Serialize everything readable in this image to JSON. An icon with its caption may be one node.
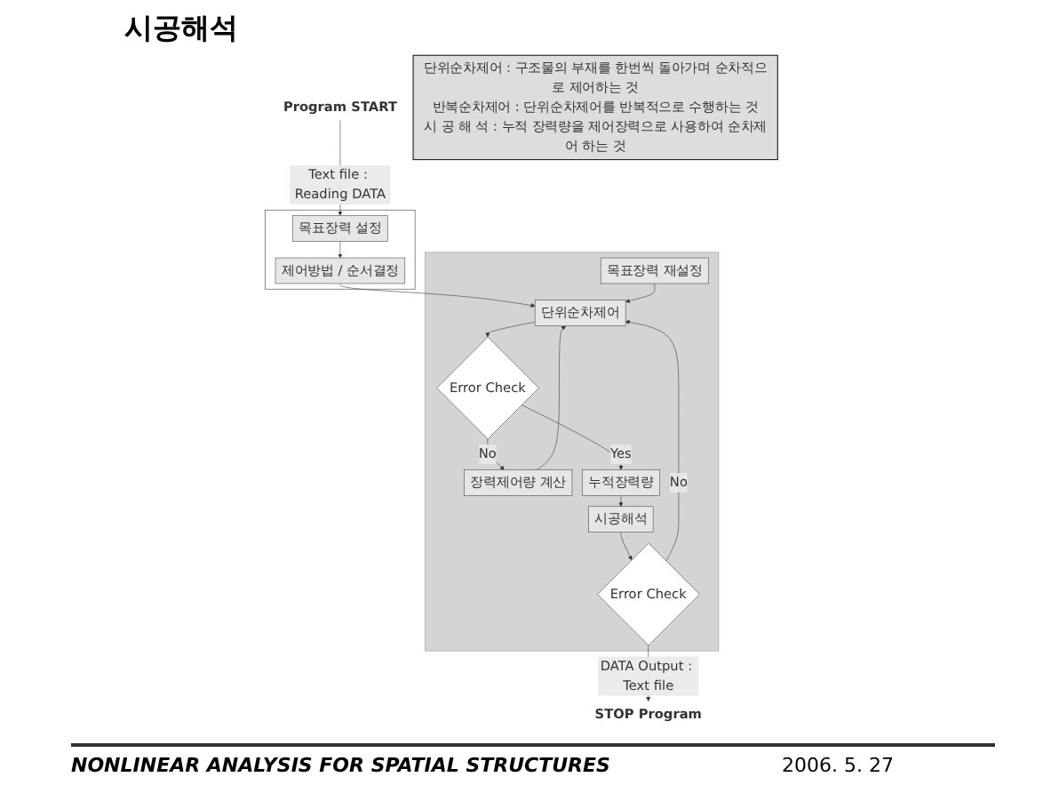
{
  "diagram": {
    "title": "시공해석",
    "nodes": [
      {
        "text": [
          "Program START"
        ]
      },
      {
        "text": [],
        "shape": "box"
      },
      {
        "text": [
          "목표장력 설정"
        ],
        "in": 1
      },
      {
        "text": [
          "제어방법 / 순서결정"
        ],
        "in": 1
      },
      {
        "text": [],
        "shape": "box"
      },
      {
        "text": [
          "단위순차제어"
        ],
        "in": 4
      },
      {
        "text": [
          "장력제어량 계산"
        ],
        "in": 4
      },
      {
        "text": [
          "목표장력 재설정"
        ],
        "in": 4
      },
      {
        "text": [
          "Error Check"
        ],
        "in": 4
      },
      {
        "text": [
          "누적장력량"
        ],
        "in": 4
      },
      {
        "text": [
          "시공해석"
        ],
        "in": 4
      },
      {
        "text": [
          "Error Check"
        ],
        "in": 4
      },
      {
        "text": [
          "STOP Program"
        ]
      },
      {
        "text": [
          "단위순차제어 : 구조물의 부재를 한번씩 돌아가며 순차적으로 제어하는 것",
          "반복순차제어 : 단위순차제어를 반복적으로 수행하는 것",
          "시 공 해 석 : 누적 장력량을 제어장력으로 사용하여 순차제어 하는 것"
        ]
      }
    ],
    "edges": [
      {
        "from": 0,
        "to": 2,
        "arrow": "to",
        "label": "Text file : Reading DATA"
      },
      {
        "from": 2,
        "to": 3,
        "arrow": "to"
      },
      {
        "from": 3,
        "to": 5,
        "arrow": "to"
      },
      {
        "from": 5,
        "to": 8,
        "arrow": "to"
      },
      {
        "from": 8,
        "to": 6,
        "arrow": "to",
        "label": "No"
      },
      {
        "from": 6,
        "to": 5,
        "arrow": "to"
      },
      {
        "from": 7,
        "to": 5,
        "arrow": "to"
      },
      {
        "from": 8,
        "to": 9,
        "arrow": "to",
        "label": "Yes"
      },
      {
        "from": 9,
        "to": 10,
        "arrow": "to"
      },
      {
        "from": 10,
        "to": 11,
        "arrow": "to"
      },
      {
        "from": 11,
        "to": 5,
        "arrow": "to",
        "label": "No"
      },
      {
        "from": 11,
        "to": 12,
        "arrow": "to",
        "label": "DATA Output : Text file"
      }
    ],
    "labels": [
      "NONLINEAR ANALYSIS FOR SPATIAL STRUCTURES",
      "2006. 5. 27"
    ]
  }
}
